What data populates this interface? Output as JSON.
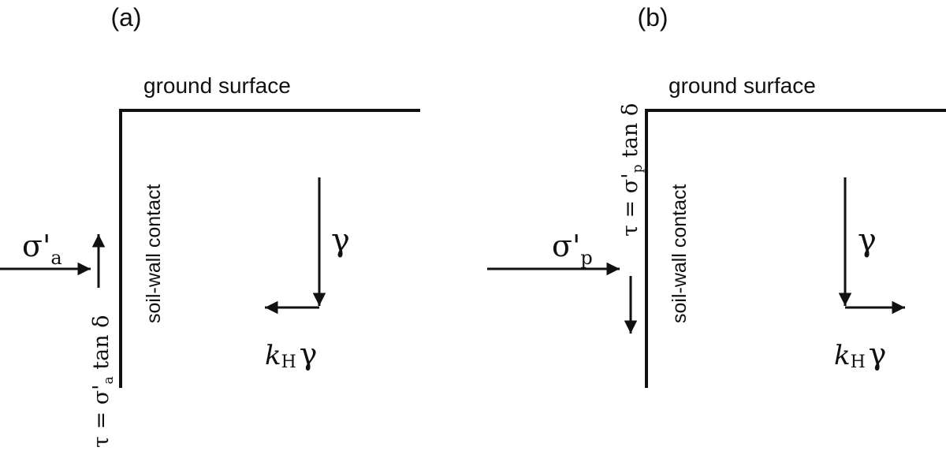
{
  "colors": {
    "ink": "#111111",
    "background": "#ffffff"
  },
  "panel_a": {
    "label": "(a)",
    "ground_surface": "ground surface",
    "contact": "soil-wall contact",
    "sigma": "σ'",
    "sigma_sub": "a",
    "tau_prefix": "τ = σ'",
    "tau_sub": "a",
    "tau_suffix": " tan δ",
    "gamma": "γ",
    "k": "k",
    "k_sub": "H",
    "k_gamma": "γ"
  },
  "panel_b": {
    "label": "(b)",
    "ground_surface": "ground surface",
    "contact": "soil-wall contact",
    "sigma": "σ'",
    "sigma_sub": "p",
    "tau_prefix": "τ = σ'",
    "tau_sub": "p",
    "tau_suffix": " tan δ",
    "gamma": "γ",
    "k": "k",
    "k_sub": "H",
    "k_gamma": "γ"
  }
}
